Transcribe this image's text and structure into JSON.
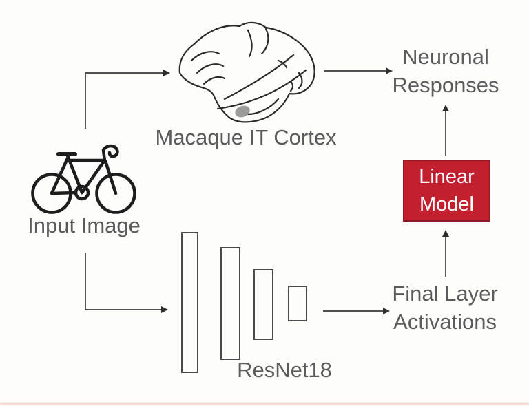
{
  "figure": {
    "nodes": {
      "input": {
        "label": "Input Image",
        "icon": "bicycle"
      },
      "cortex": {
        "label": "Macaque IT Cortex",
        "icon": "macaque-brain"
      },
      "neuronal": {
        "line1": "Neuronal",
        "line2": "Responses"
      },
      "linear_model": {
        "line1": "Linear",
        "line2": "Model"
      },
      "final_layer": {
        "line1": "Final Layer",
        "line2": "Activations"
      },
      "resnet": {
        "label": "ResNet18",
        "layer_count": 4
      }
    },
    "colors": {
      "background": "#fdfdfb",
      "label_text": "#5b5b5b",
      "arrow": "#3a3a3a",
      "linear_model_fill": "#c2202f",
      "linear_model_border": "#8a1b26",
      "linear_model_text": "#ffffff",
      "it_cortex_highlight": "#9b9b9b",
      "bicycle": "#1d1d1d",
      "layer_stroke": "#4a4a4a"
    }
  }
}
